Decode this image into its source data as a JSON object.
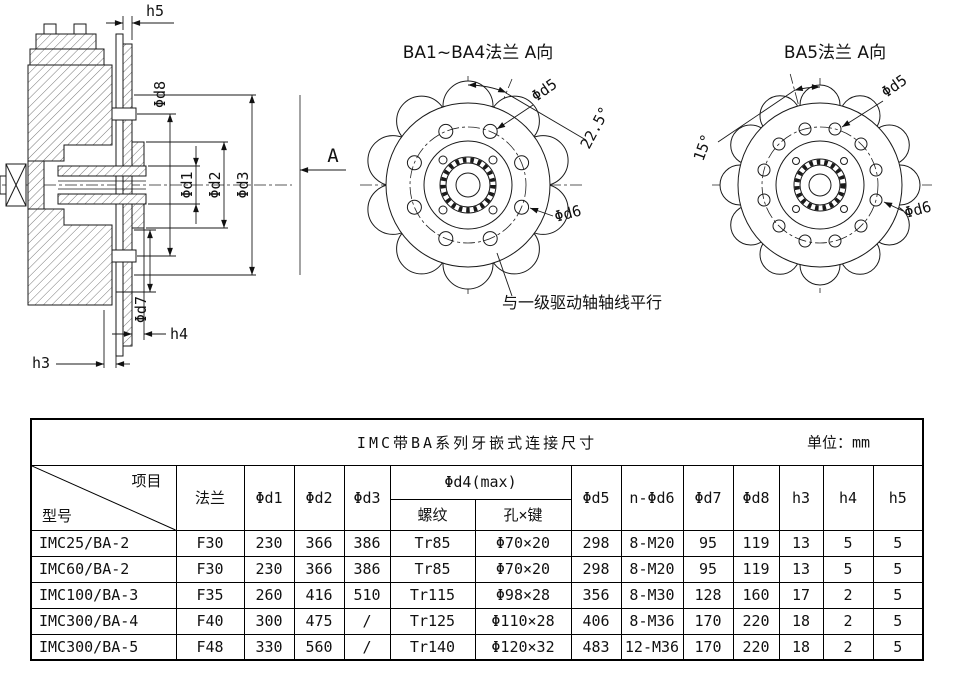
{
  "drawing": {
    "section": {
      "h5": "h5",
      "d8": "Φd8",
      "d1": "Φd1",
      "d2": "Φd2",
      "d3": "Φd3",
      "d7": "Φd7",
      "h4": "h4",
      "h3": "h3",
      "view_arrow": "A"
    },
    "flange_ba1_4": {
      "title": "BA1~BA4法兰 A向",
      "d5": "Φd5",
      "angle": "22.5°",
      "d6": "Φd6"
    },
    "flange_ba5": {
      "title": "BA5法兰 A向",
      "d5": "Φd5",
      "angle": "15°",
      "d6": "Φd6"
    },
    "annotation": "与一级驱动轴轴线平行",
    "line_color": "#1a1a1a"
  },
  "table": {
    "title": "IMC带BA系列牙嵌式连接尺寸",
    "unit_label": "单位：mm",
    "corner": {
      "top": "项目",
      "bottom": "型号"
    },
    "headers": {
      "flange": "法兰",
      "d1": "Φd1",
      "d2": "Φd2",
      "d3": "Φd3",
      "d4": "Φd4(max)",
      "thread": "螺纹",
      "hole": "孔×键",
      "d5": "Φd5",
      "d6": "n-Φd6",
      "d7": "Φd7",
      "d8": "Φd8",
      "h3": "h3",
      "h4": "h4",
      "h5": "h5"
    },
    "rows": [
      {
        "model": "IMC25/BA-2",
        "flange": "F30",
        "d1": "230",
        "d2": "366",
        "d3": "386",
        "thread": "Tr85",
        "hole": "Φ70×20",
        "d5": "298",
        "d6": "8-M20",
        "d7": "95",
        "d8": "119",
        "h3": "13",
        "h4": "5",
        "h5": "5"
      },
      {
        "model": "IMC60/BA-2",
        "flange": "F30",
        "d1": "230",
        "d2": "366",
        "d3": "386",
        "thread": "Tr85",
        "hole": "Φ70×20",
        "d5": "298",
        "d6": "8-M20",
        "d7": "95",
        "d8": "119",
        "h3": "13",
        "h4": "5",
        "h5": "5"
      },
      {
        "model": "IMC100/BA-3",
        "flange": "F35",
        "d1": "260",
        "d2": "416",
        "d3": "510",
        "thread": "Tr115",
        "hole": "Φ98×28",
        "d5": "356",
        "d6": "8-M30",
        "d7": "128",
        "d8": "160",
        "h3": "17",
        "h4": "2",
        "h5": "5"
      },
      {
        "model": "IMC300/BA-4",
        "flange": "F40",
        "d1": "300",
        "d2": "475",
        "d3": "/",
        "thread": "Tr125",
        "hole": "Φ110×28",
        "d5": "406",
        "d6": "8-M36",
        "d7": "170",
        "d8": "220",
        "h3": "18",
        "h4": "2",
        "h5": "5"
      },
      {
        "model": "IMC300/BA-5",
        "flange": "F48",
        "d1": "330",
        "d2": "560",
        "d3": "/",
        "thread": "Tr140",
        "hole": "Φ120×32",
        "d5": "483",
        "d6": "12-M36",
        "d7": "170",
        "d8": "220",
        "h3": "18",
        "h4": "2",
        "h5": "5"
      }
    ]
  }
}
